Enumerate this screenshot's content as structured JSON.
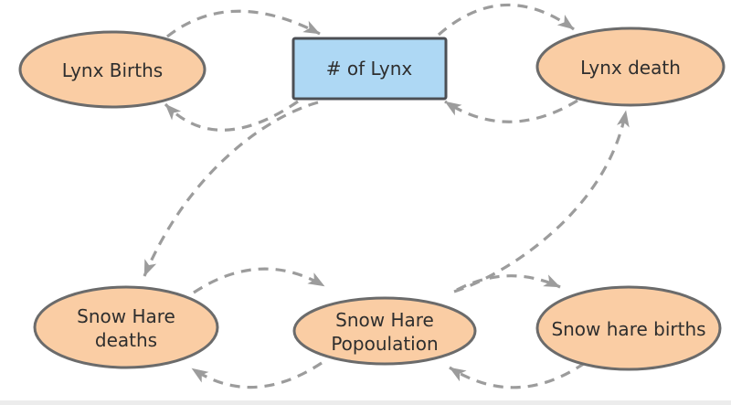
{
  "diagram": {
    "type": "causal-loop-diagram",
    "topic": "Lynx and Snow Hare population dynamics",
    "nodes": {
      "lynx_births": {
        "label": "Lynx Births",
        "shape": "ellipse"
      },
      "num_lynx": {
        "label": "# of Lynx",
        "shape": "rect"
      },
      "lynx_death": {
        "label": "Lynx death",
        "shape": "ellipse"
      },
      "snow_hare_deaths": {
        "line1": "Snow Hare",
        "line2": "deaths",
        "shape": "ellipse"
      },
      "snow_hare_population": {
        "line1": "Snow Hare",
        "line2": "Popoulation",
        "shape": "ellipse"
      },
      "snow_hare_births": {
        "label": "Snow hare births",
        "shape": "ellipse"
      }
    },
    "edges": [
      {
        "from": "lynx_births",
        "to": "num_lynx"
      },
      {
        "from": "num_lynx",
        "to": "lynx_births"
      },
      {
        "from": "num_lynx",
        "to": "lynx_death"
      },
      {
        "from": "lynx_death",
        "to": "num_lynx"
      },
      {
        "from": "num_lynx",
        "to": "snow_hare_deaths"
      },
      {
        "from": "snow_hare_population",
        "to": "lynx_death"
      },
      {
        "from": "snow_hare_deaths",
        "to": "snow_hare_population"
      },
      {
        "from": "snow_hare_population",
        "to": "snow_hare_deaths"
      },
      {
        "from": "snow_hare_population",
        "to": "snow_hare_births"
      },
      {
        "from": "snow_hare_births",
        "to": "snow_hare_population"
      }
    ],
    "colors": {
      "ellipse_fill": "#FACDA4",
      "ellipse_stroke": "#6B6B6B",
      "rect_fill": "#AED8F4",
      "rect_stroke": "#4C4F54",
      "edge": "#9C9C9C",
      "text": "#2E2E2E",
      "bottom_strip": "#ECECEC"
    }
  }
}
